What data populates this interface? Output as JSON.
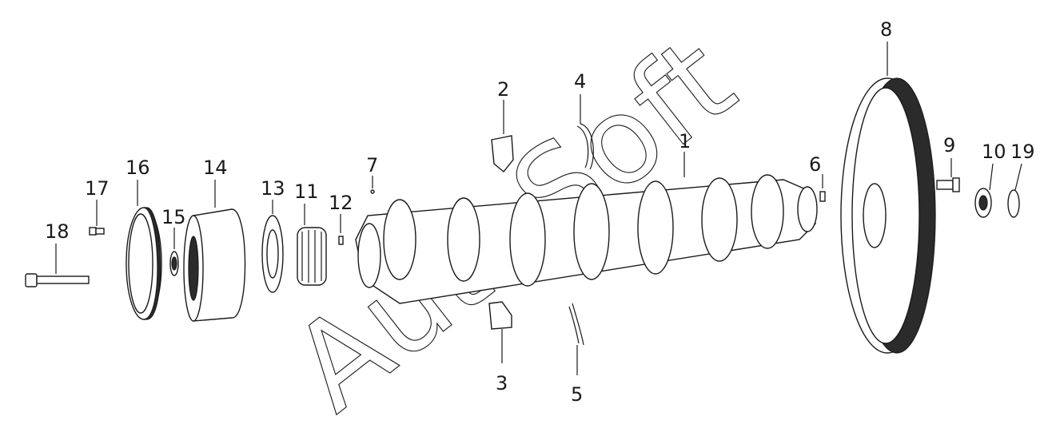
{
  "diagram": {
    "callouts": [
      {
        "id": "1",
        "label": "1"
      },
      {
        "id": "2",
        "label": "2"
      },
      {
        "id": "3",
        "label": "3"
      },
      {
        "id": "4",
        "label": "4"
      },
      {
        "id": "5",
        "label": "5"
      },
      {
        "id": "6",
        "label": "6"
      },
      {
        "id": "7",
        "label": "7"
      },
      {
        "id": "8",
        "label": "8"
      },
      {
        "id": "9",
        "label": "9"
      },
      {
        "id": "10",
        "label": "10"
      },
      {
        "id": "11",
        "label": "11"
      },
      {
        "id": "12",
        "label": "12"
      },
      {
        "id": "13",
        "label": "13"
      },
      {
        "id": "14",
        "label": "14"
      },
      {
        "id": "15",
        "label": "15"
      },
      {
        "id": "16",
        "label": "16"
      },
      {
        "id": "17",
        "label": "17"
      },
      {
        "id": "18",
        "label": "18"
      },
      {
        "id": "19",
        "label": "19"
      }
    ],
    "watermark": "AutoSoft"
  }
}
